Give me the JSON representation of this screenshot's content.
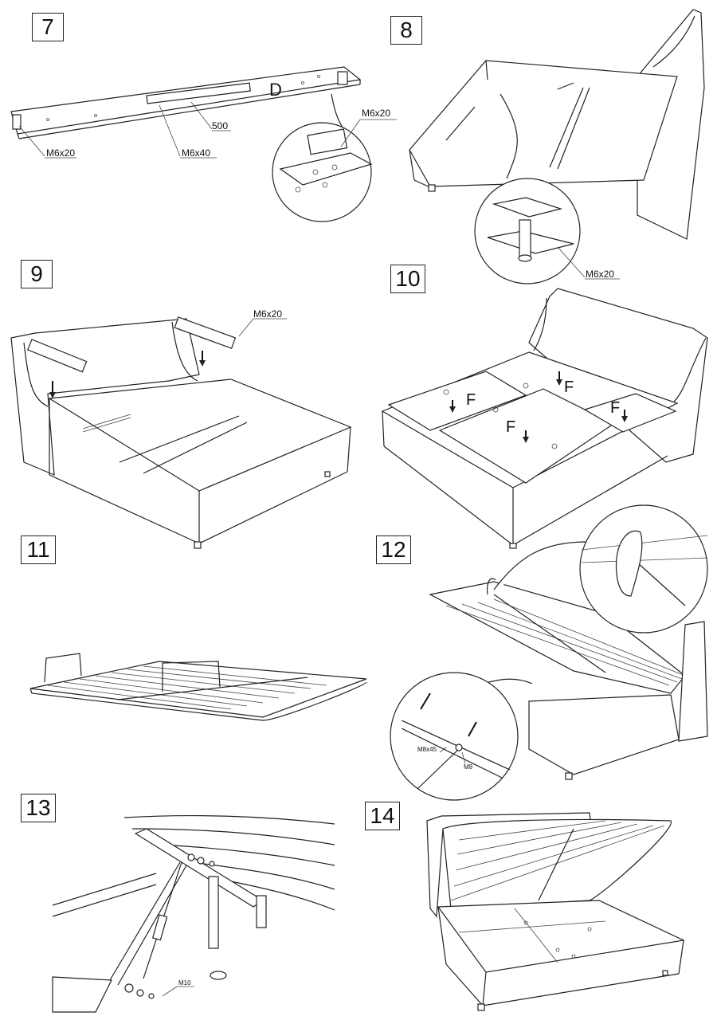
{
  "steps": [
    {
      "number": "7"
    },
    {
      "number": "8"
    },
    {
      "number": "9"
    },
    {
      "number": "10"
    },
    {
      "number": "11"
    },
    {
      "number": "12"
    },
    {
      "number": "13"
    },
    {
      "number": "14"
    }
  ],
  "labels": {
    "step7_panel_letter": "D",
    "step7_bolt_left": "M6x20",
    "step7_bolt_center": "M6x40",
    "step7_length": "500",
    "step7_bolt_detail": "M6x20",
    "step8_bolt_detail": "M6x20",
    "step9_bolt": "M6x20",
    "step10_panel_letter": "F",
    "step12_bolt_a": "M8x45",
    "step12_bolt_b": "M8",
    "step13_bolt": "M10"
  }
}
